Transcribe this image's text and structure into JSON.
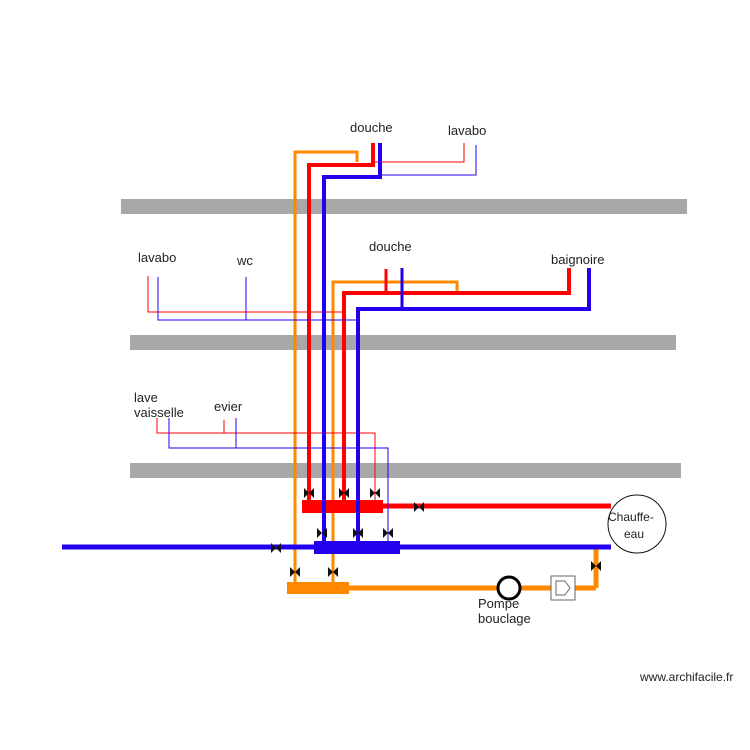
{
  "colors": {
    "hot": "#ff0000",
    "cold": "#2200ee",
    "loop": "#ff8800",
    "floor": "#a8a8a8",
    "valve": "#111111"
  },
  "labels": {
    "top_douche": "douche",
    "top_lavabo": "lavabo",
    "mid_lavabo": "lavabo",
    "mid_wc": "wc",
    "mid_douche": "douche",
    "mid_baignoire": "baignoire",
    "low_lave_1": "lave",
    "low_lave_2": "vaisselle",
    "low_evier": "evier",
    "chauffe_1": "Chauffe-",
    "chauffe_2": "eau",
    "pompe_1": "Pompe",
    "pompe_2": "bouclage",
    "watermark": "www.archifacile.fr"
  },
  "icons": [
    "valve-icon",
    "pump-icon",
    "check-valve-icon",
    "water-heater-icon"
  ]
}
